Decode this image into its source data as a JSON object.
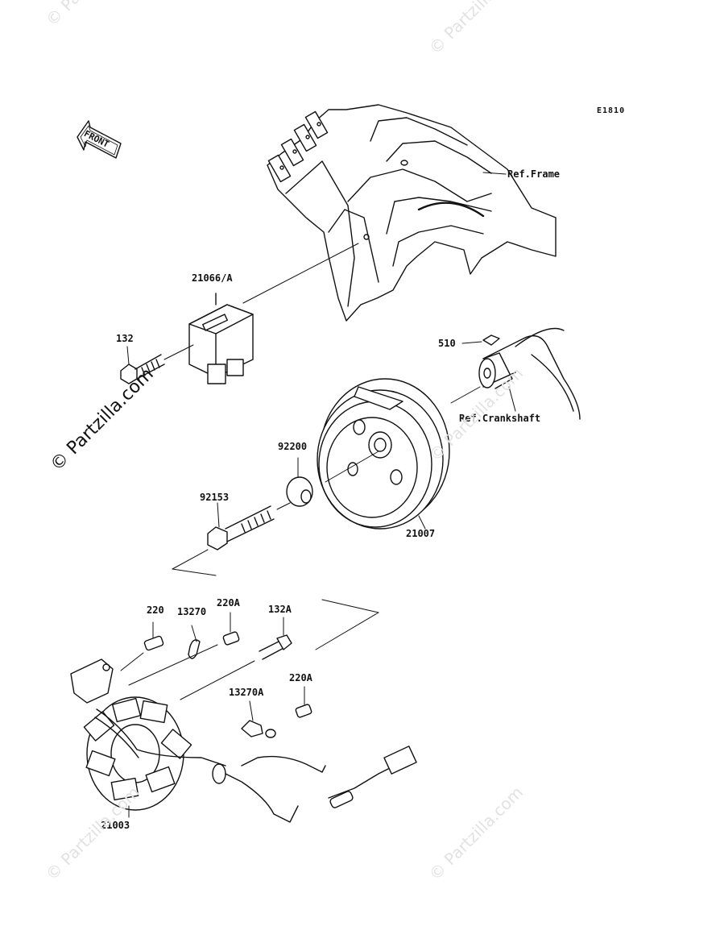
{
  "diagram": {
    "code": "E1810",
    "front_label": "FRONT",
    "watermark": "© Partzilla.com",
    "parts": [
      {
        "id": "p-ref-frame",
        "label": "Ref.Frame"
      },
      {
        "id": "p-21066",
        "label": "21066/A"
      },
      {
        "id": "p-132",
        "label": "132"
      },
      {
        "id": "p-510",
        "label": "510"
      },
      {
        "id": "p-ref-crank",
        "label": "Ref.Crankshaft"
      },
      {
        "id": "p-92200",
        "label": "92200"
      },
      {
        "id": "p-92153",
        "label": "92153"
      },
      {
        "id": "p-21007",
        "label": "21007"
      },
      {
        "id": "p-220",
        "label": "220"
      },
      {
        "id": "p-13270",
        "label": "13270"
      },
      {
        "id": "p-220A-1",
        "label": "220A"
      },
      {
        "id": "p-132A",
        "label": "132A"
      },
      {
        "id": "p-220A-2",
        "label": "220A"
      },
      {
        "id": "p-13270A",
        "label": "13270A"
      },
      {
        "id": "p-21003",
        "label": "21003"
      }
    ]
  }
}
